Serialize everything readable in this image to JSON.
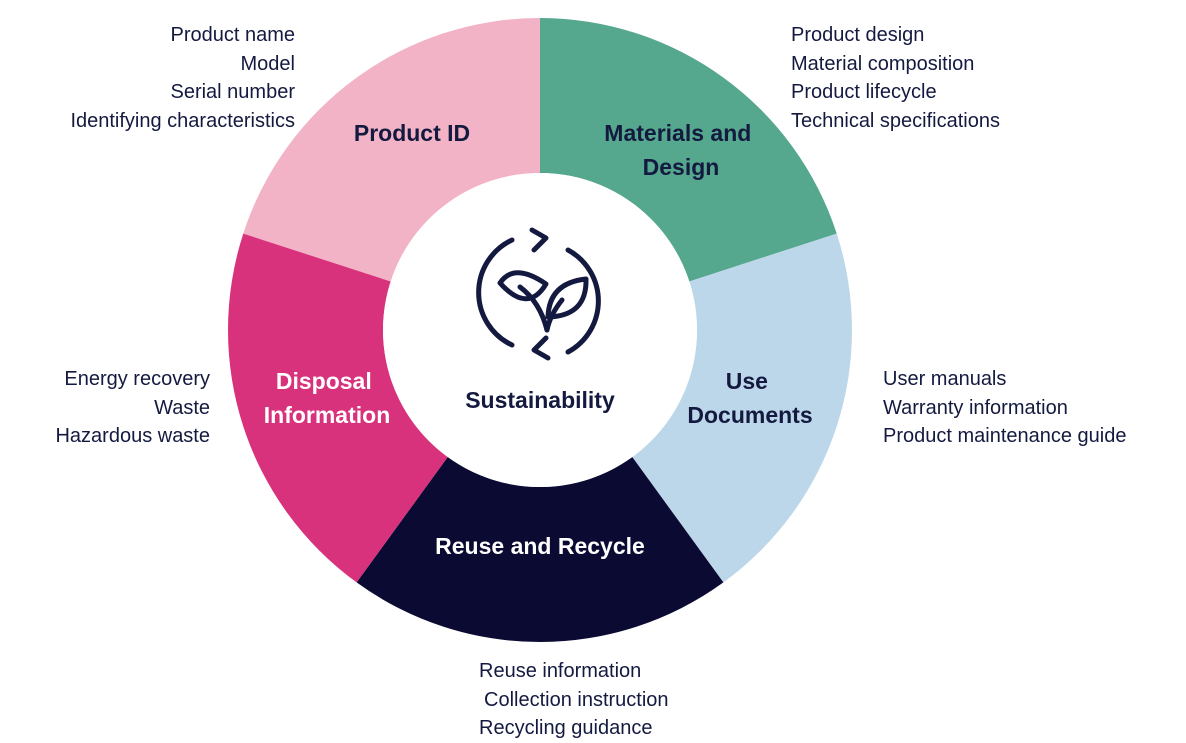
{
  "diagram": {
    "center": {
      "label": "Sustainability",
      "icon": "leaf-cycle-icon"
    },
    "segments": [
      {
        "id": "product-id",
        "label_lines": [
          "Product ID"
        ],
        "color": "#F2B3C6",
        "text_color": "#141a3f",
        "items": [
          "Product name",
          "Model",
          "Serial number",
          "Identifying characteristics"
        ]
      },
      {
        "id": "materials-design",
        "label_lines": [
          "Materials and",
          "Design"
        ],
        "color": "#55A78E",
        "text_color": "#141a3f",
        "items": [
          "Product design",
          "Material composition",
          "Product lifecycle",
          "Technical specifications"
        ]
      },
      {
        "id": "use-documents",
        "label_lines": [
          "Use",
          "Documents"
        ],
        "color": "#BDD7EA",
        "text_color": "#141a3f",
        "items": [
          "User manuals",
          "Warranty information",
          "Product maintenance guide"
        ]
      },
      {
        "id": "reuse-recycle",
        "label_lines": [
          "Reuse and Recycle"
        ],
        "color": "#0B0A33",
        "text_color": "#ffffff",
        "items": [
          "Reuse information",
          "Collection instruction",
          "Recycling guidance"
        ]
      },
      {
        "id": "disposal-info",
        "label_lines": [
          "Disposal",
          "Information"
        ],
        "color": "#D8327C",
        "text_color": "#ffffff",
        "items": [
          "Energy recovery",
          "Waste",
          "Hazardous waste"
        ]
      }
    ]
  }
}
